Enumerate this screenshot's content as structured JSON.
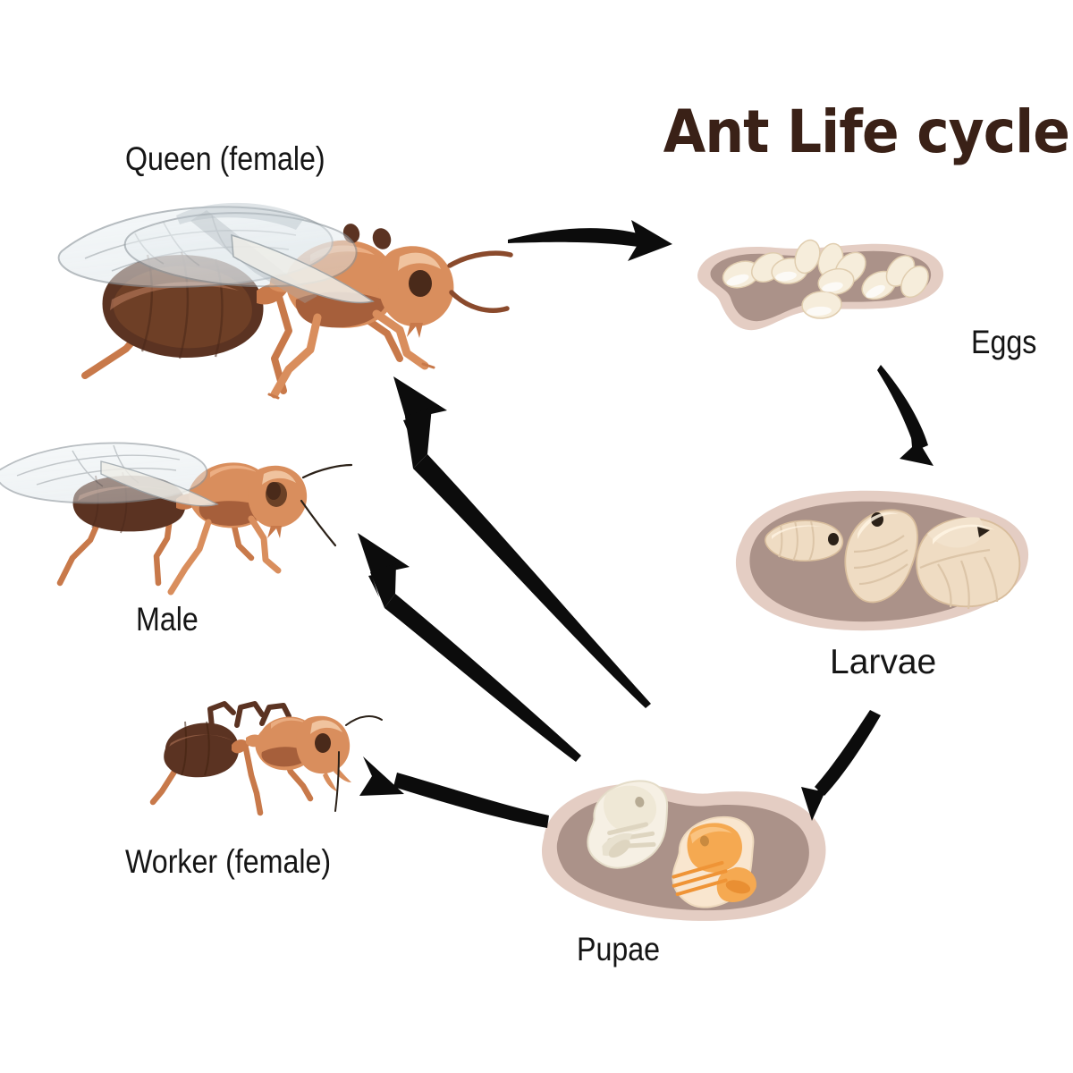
{
  "diagram": {
    "title": "Ant Life cycle",
    "background_color": "#ffffff",
    "title_color": "#3a2117",
    "label_color": "#151515"
  },
  "stages": {
    "queen": {
      "label": "Queen (female)",
      "icon": "winged-queen-ant-illustration"
    },
    "male": {
      "label": "Male",
      "icon": "winged-male-ant-illustration"
    },
    "worker": {
      "label": "Worker (female)",
      "icon": "wingless-worker-ant-illustration"
    },
    "eggs": {
      "label": "Eggs",
      "icon": "ant-eggs-cluster-illustration"
    },
    "larvae": {
      "label": "Larvae",
      "icon": "ant-larvae-cluster-illustration"
    },
    "pupae": {
      "label": "Pupae",
      "icon": "ant-pupae-cluster-illustration"
    }
  },
  "arrows": [
    {
      "name": "queen-to-eggs",
      "from": "queen",
      "to": "eggs",
      "color": "#0c0c0c"
    },
    {
      "name": "eggs-to-larvae",
      "from": "eggs",
      "to": "larvae",
      "color": "#0c0c0c"
    },
    {
      "name": "larvae-to-pupae",
      "from": "larvae",
      "to": "pupae",
      "color": "#0c0c0c"
    },
    {
      "name": "pupae-to-queen",
      "from": "pupae",
      "to": "queen",
      "color": "#0c0c0c"
    },
    {
      "name": "pupae-to-male",
      "from": "pupae",
      "to": "male",
      "color": "#0c0c0c"
    },
    {
      "name": "pupae-to-worker",
      "from": "pupae",
      "to": "worker",
      "color": "#0c0c0c"
    }
  ],
  "palette": {
    "ant_body_light": "#d98e5d",
    "ant_body_mid": "#c8794a",
    "ant_abdomen_dark": "#5b3322",
    "ant_abdomen_mid": "#7b4527",
    "wing_fill": "#e3e9ec",
    "wing_vein": "#8b949a",
    "nest_outer": "#e4cdc3",
    "nest_inner": "#ab9289",
    "egg_fill": "#f6eddb",
    "larva_fill": "#efdcc3",
    "pupa_white": "#f6f0e4",
    "pupa_orange": "#f5a951",
    "eye_dark": "#3a2117"
  }
}
